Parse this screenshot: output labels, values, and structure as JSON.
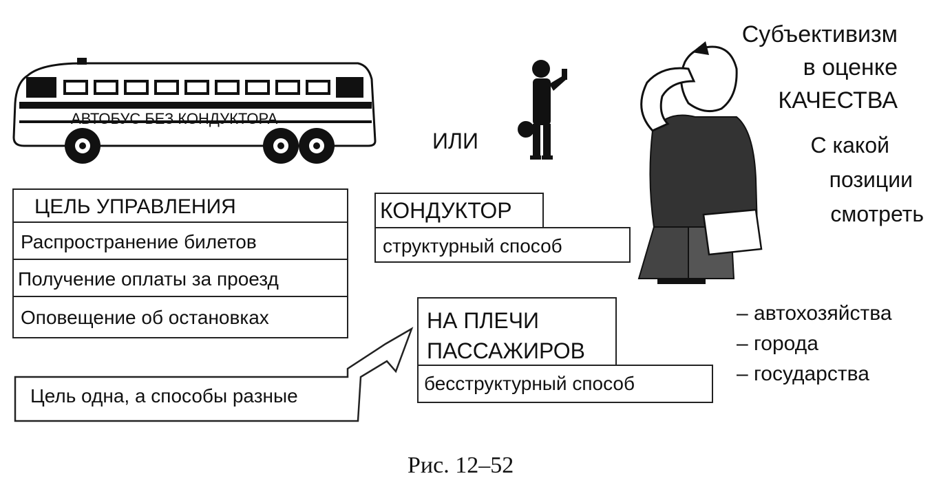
{
  "bus": {
    "label": "АВТОБУС БЕЗ КОНДУКТОРА"
  },
  "goal_table": {
    "header": "ЦЕЛЬ УПРАВЛЕНИЯ",
    "rows": [
      "Распространение билетов",
      "Получение оплаты за проезд",
      "Оповещение об остановках"
    ]
  },
  "ili": "ИЛИ",
  "conductor": {
    "title": "КОНДУКТОР",
    "method": "структурный способ"
  },
  "passengers": {
    "title_line1": "НА ПЛЕЧИ",
    "title_line2": "ПАССАЖИРОВ",
    "method": "бесструктурный способ"
  },
  "callout": "Цель одна, а способы разные",
  "quality": {
    "line1": "Субъективизм",
    "line2": "в оценке",
    "line3": "КАЧЕСТВА"
  },
  "position": {
    "line1": "С какой",
    "line2": "позиции",
    "line3": "смотреть"
  },
  "levels": [
    "– автохозяйства",
    "– города",
    "– государства"
  ],
  "figure_caption": "Рис. 12–52"
}
